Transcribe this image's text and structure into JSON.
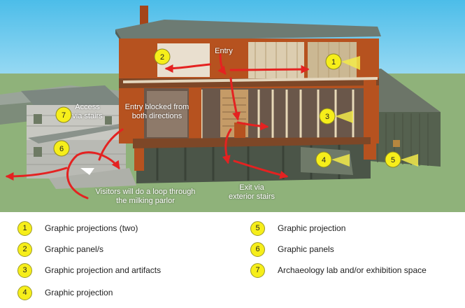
{
  "callouts": {
    "entry": "Entry",
    "access": "Access\nvia stairs",
    "blocked": "Entry blocked from\nboth directions",
    "loop": "Visitors will do a loop through\nthe milking parlor",
    "exit": "Exit via\nexterior stairs"
  },
  "markers": [
    "1",
    "2",
    "3",
    "4",
    "5",
    "6",
    "7"
  ],
  "legend": {
    "items": [
      {
        "num": "1",
        "text": "Graphic projections (two)"
      },
      {
        "num": "2",
        "text": "Graphic panel/s"
      },
      {
        "num": "3",
        "text": "Graphic projection and artifacts"
      },
      {
        "num": "4",
        "text": "Graphic projection"
      },
      {
        "num": "5",
        "text": "Graphic projection"
      },
      {
        "num": "6",
        "text": "Graphic panels"
      },
      {
        "num": "7",
        "text": "Archaeology lab and/or exhibition space"
      }
    ]
  },
  "colors": {
    "sky": "#5cc4ee",
    "ground": "#8fb27a",
    "brick": "#b6521f",
    "roof": "#6d7b73",
    "siding": "#c7c7c2",
    "barn": "#5f6b59",
    "marker": "#f6ee1a",
    "arrow": "#e42221"
  }
}
